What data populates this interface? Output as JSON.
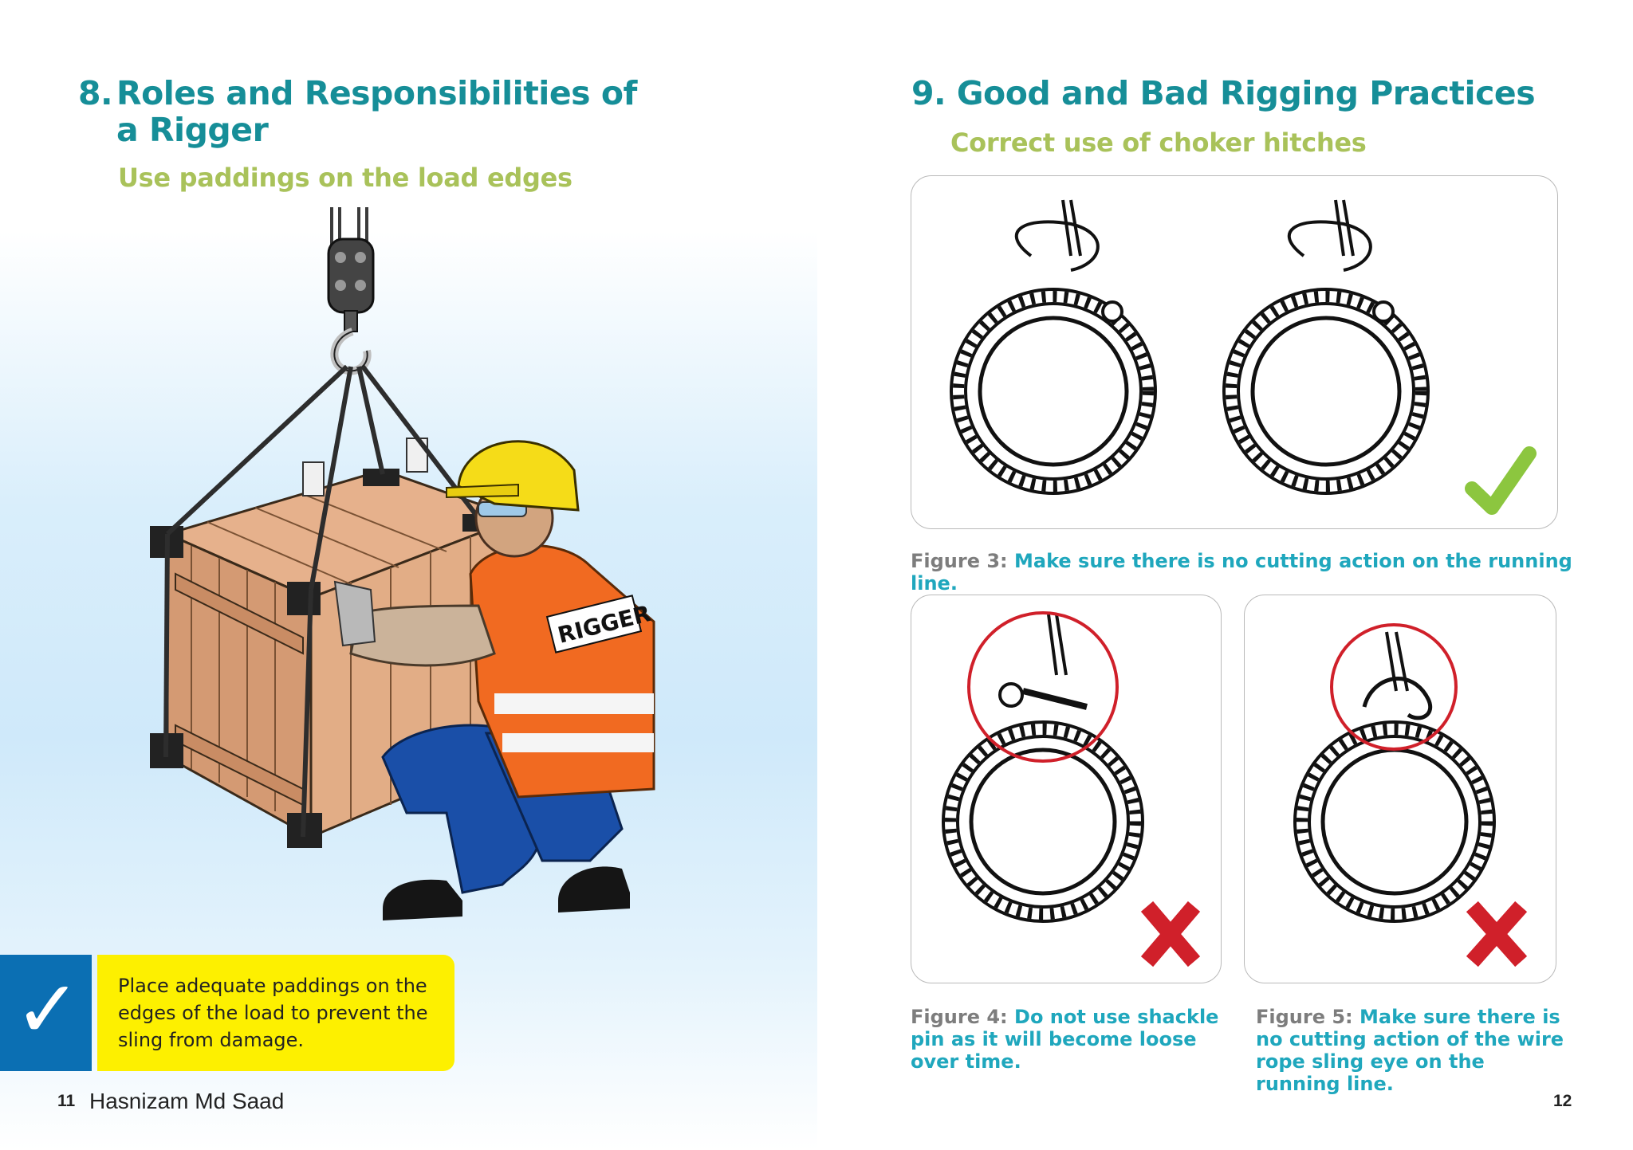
{
  "left_page": {
    "heading_number": "8.",
    "heading_line1": "Roles and Responsibilities of",
    "heading_line2": "a Rigger",
    "subheading": "Use paddings on the load edges",
    "vest_label": "RIGGER",
    "check_symbol": "✓",
    "note_text": "Place adequate paddings on the edges of the load to prevent the sling from damage.",
    "page_number": "11",
    "author": "Hasnizam Md Saad"
  },
  "right_page": {
    "heading": "9. Good and Bad Rigging Practices",
    "subheading": "Correct use of choker hitches",
    "figure3": {
      "label": "Figure 3:",
      "text": "Make sure there is no cutting action on the running line."
    },
    "figure4": {
      "label": "Figure 4:",
      "text": "Do not use shackle pin as it will become loose over time."
    },
    "figure5": {
      "label": "Figure 5:",
      "text": "Make sure there is no cutting action of the wire rope sling eye on the running line."
    },
    "page_number": "12"
  },
  "colors": {
    "teal": "#168e98",
    "green": "#a9c25a",
    "caption_blue": "#1fa7bd",
    "check_blue": "#0b6fb3",
    "note_yellow": "#fdf000",
    "cross_red": "#d0202a",
    "tick_green": "#8cc63f"
  },
  "icons": [
    "checkmark-icon",
    "tick-icon",
    "cross-icon"
  ]
}
